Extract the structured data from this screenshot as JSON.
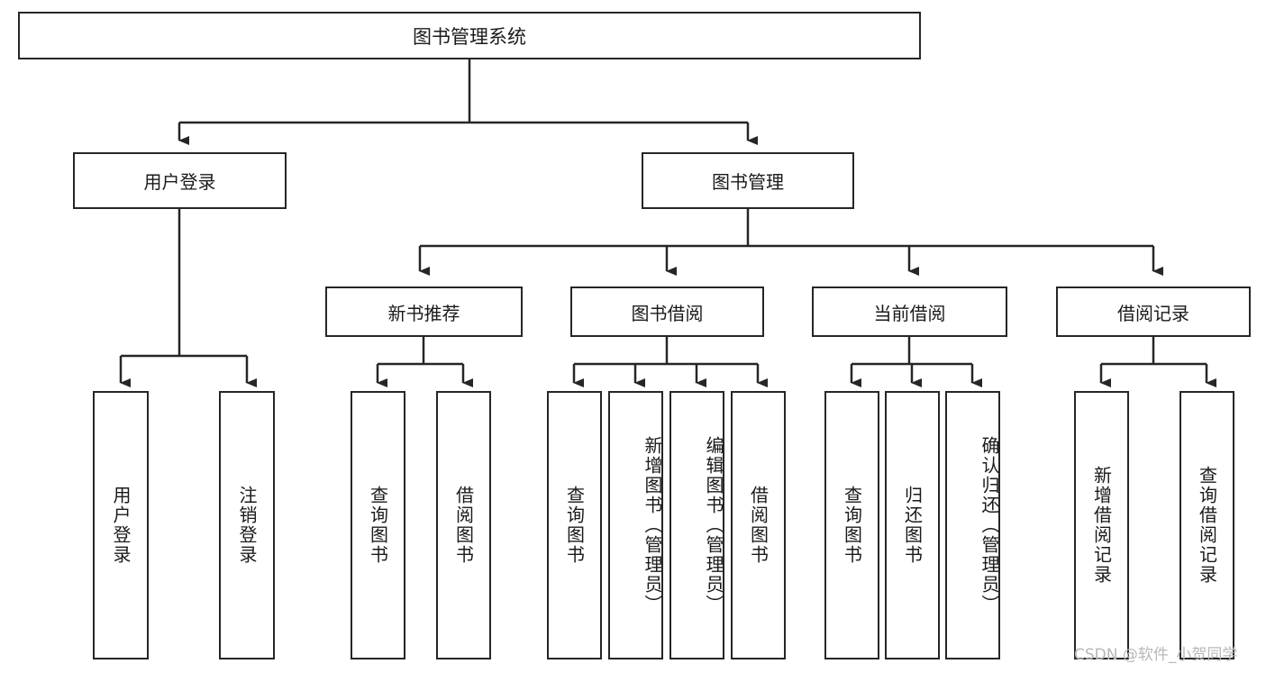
{
  "diagram": {
    "title": "图书管理系统",
    "type": "hierarchy-tree",
    "root": {
      "label": "图书管理系统"
    },
    "level2": [
      {
        "label": "用户登录"
      },
      {
        "label": "图书管理"
      }
    ],
    "level3": [
      {
        "label": "新书推荐"
      },
      {
        "label": "图书借阅"
      },
      {
        "label": "当前借阅"
      },
      {
        "label": "借阅记录"
      }
    ],
    "leaves": [
      {
        "label": "用户登录"
      },
      {
        "label": "注销登录"
      },
      {
        "label": "查询图书"
      },
      {
        "label": "借阅图书"
      },
      {
        "label": "查询图书"
      },
      {
        "label": "新增图书（管理员）"
      },
      {
        "label": "编辑图书（管理员）"
      },
      {
        "label": "借阅图书"
      },
      {
        "label": "查询图书"
      },
      {
        "label": "归还图书"
      },
      {
        "label": "确认归还（管理员）"
      },
      {
        "label": "新增借阅记录"
      },
      {
        "label": "查询借阅记录"
      }
    ],
    "watermark": "CSDN @软件_小贺同学",
    "colors": {
      "stroke": "#262626",
      "fill": "#ffffff",
      "text": "#1a1a1a",
      "watermark": "#b8b8b8"
    }
  }
}
